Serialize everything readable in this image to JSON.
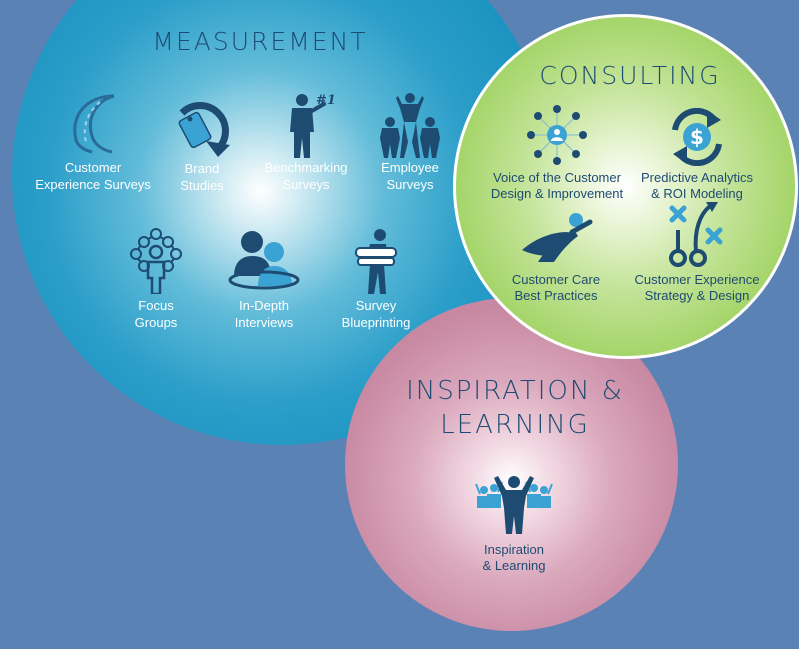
{
  "measurement": {
    "title": "MEASUREMENT",
    "items": [
      {
        "line1": "Customer",
        "line2": "Experience Surveys",
        "icon": "journey-curve-icon"
      },
      {
        "line1": "Brand",
        "line2": "Studies",
        "icon": "brand-tag-icon"
      },
      {
        "line1": "Benchmarking",
        "line2": "Surveys",
        "icon": "benchmark-presenter-icon"
      },
      {
        "line1": "Employee",
        "line2": "Surveys",
        "icon": "employee-pyramid-icon"
      },
      {
        "line1": "Focus",
        "line2": "Groups",
        "icon": "focus-group-network-icon"
      },
      {
        "line1": "In-Depth",
        "line2": "Interviews",
        "icon": "interview-people-icon"
      },
      {
        "line1": "Survey",
        "line2": "Blueprinting",
        "icon": "blueprint-carrier-icon"
      }
    ]
  },
  "consulting": {
    "title": "CONSULTING",
    "items": [
      {
        "line1": "Voice of the Customer",
        "line2": "Design & Improvement",
        "icon": "customer-voice-network-icon"
      },
      {
        "line1": "Predictive Analytics",
        "line2": "& ROI Modeling",
        "icon": "dollar-cycle-icon"
      },
      {
        "line1": "Customer Care",
        "line2": "Best Practices",
        "icon": "superhero-icon"
      },
      {
        "line1": "Customer Experience",
        "line2": "Strategy & Design",
        "icon": "strategy-play-icon"
      }
    ]
  },
  "inspiration": {
    "title_line1": "INSPIRATION &",
    "title_line2": "LEARNING",
    "items": [
      {
        "line1": "Inspiration",
        "line2": "& Learning",
        "icon": "cheering-crowd-icon"
      }
    ]
  },
  "colors": {
    "background": "#5b82b4",
    "measurement": "#1e8fbd",
    "consulting": "#a6d56b",
    "inspiration": "#c98aa4",
    "heading": "#1e4b72",
    "icon_dark": "#1e4b72",
    "icon_light": "#3aa3d3"
  }
}
